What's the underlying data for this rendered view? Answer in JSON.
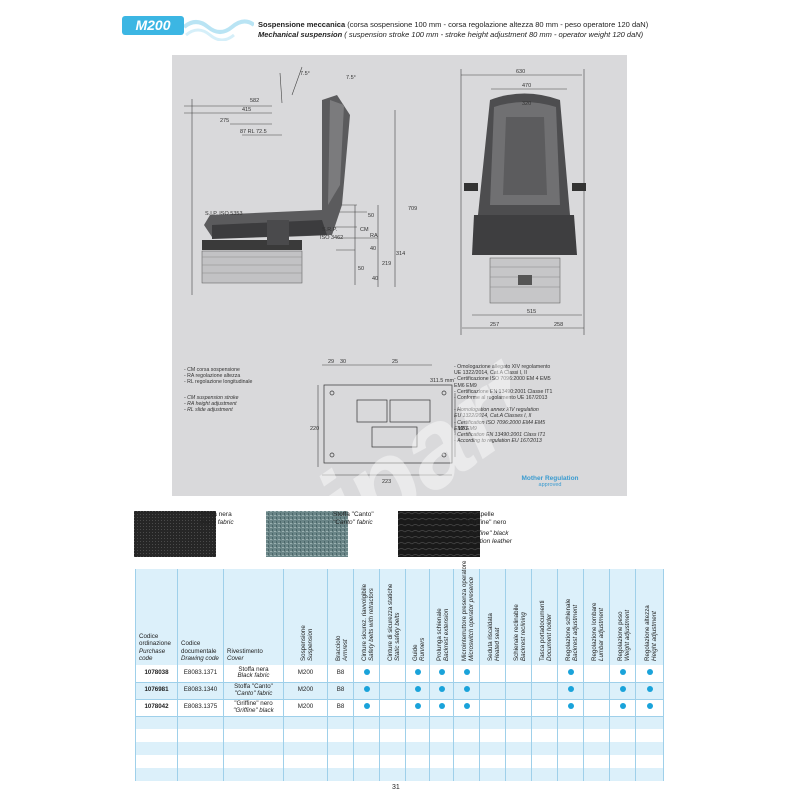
{
  "header": {
    "badge": "M200",
    "line1_bold": "Sospensione meccanica",
    "line1_rest": " (corsa sospensione 100 mm - corsa regolazione altezza 80 mm - peso operatore 120 daN)",
    "line2_bold": "Mechanical suspension",
    "line2_rest": " ( suspension stroke 100 mm - stroke height adjustment 80 mm - operator weight 120 daN)"
  },
  "drawing": {
    "side_dims": [
      "7.5°",
      "7.5°",
      "582",
      "415",
      "275",
      "87 RL 72.5",
      "S.I.P. ISO 5353",
      "S.R.P.",
      "ISO 3462",
      "50",
      "CM",
      "RA",
      "40",
      "50",
      "40",
      "219",
      "314",
      "709"
    ],
    "front_dims": [
      "630",
      "470",
      "320",
      "515",
      "257",
      "258"
    ],
    "base_dims": [
      "29",
      "30",
      "25",
      "311.5 mm",
      "220",
      "120",
      "223"
    ],
    "legend_it": [
      "- CM corsa sospensione",
      "- RA regolazione altezza",
      "- RL regolazione longitudinale"
    ],
    "legend_en": [
      "- CM suspension stroke",
      "- RA height adjustment",
      "- RL slide adjustment"
    ],
    "homologation": [
      "- Omologazione allegato XIV regolamento",
      "  UE 1322/2014, Cat.A Classi I, II",
      "- Certificazione ISO 7096:2000 EM 4 EM5",
      "  EM6 EM9",
      "- Certificazione EN 13490:2001 Classe IT1",
      "- Conforme al regolamento UE 167/2013",
      "",
      "- Homologation annex XIV regulation",
      "  EU 1322/2014, Cat.A Classes I, II",
      "- Certification ISO 7096:2000 EM4 EM5",
      "  EM6 EM9",
      "- Certification EN 13490:2001 Class IT1",
      "- According to regulation EU 167/2013"
    ],
    "mother_title": "Mother Regulation",
    "mother_sub": "approved"
  },
  "fabrics": [
    {
      "it": "Stoffa nera",
      "en": "Black fabric",
      "swatch_color": "#2a2a2a"
    },
    {
      "it": "Stoffa \"Canto\"",
      "en": "\"Canto\" fabric",
      "swatch_color": "#6d8a8c"
    },
    {
      "it": "Fintapelle",
      "it2": "\"Griffine\" nero",
      "en": "\"Griffine\" black",
      "en2": "imitation leather",
      "swatch_color": "#1c1c1c"
    }
  ],
  "table": {
    "headers": {
      "purchase": {
        "it": "Codice ordinazione",
        "en": "Purchase code"
      },
      "drawing": {
        "it": "Codice documentale",
        "en": "Drawing code"
      },
      "cover": {
        "it": "Rivestimento",
        "en": "Cover"
      },
      "suspension": {
        "it": "Sospensione",
        "en": "Suspension"
      },
      "armrest": {
        "it": "Bracciolo",
        "en": "Armrest"
      },
      "belts_retract": {
        "it": "Cinture sicurez. riavvolgibile",
        "en": "Safety belts with retractors"
      },
      "belts_static": {
        "it": "Cinture di sicurezza statiche",
        "en": "Static safety belts"
      },
      "runners": {
        "it": "Guide",
        "en": "Runners"
      },
      "backrest_ext": {
        "it": "Prolunga schienale",
        "en": "Backrest extension"
      },
      "presence": {
        "it": "Microinterruttore presenza operatore",
        "en": "Microswitch operator presence"
      },
      "heated": {
        "it": "Seduta riscaldata",
        "en": "Heated seat"
      },
      "reclining": {
        "it": "Schienale reclinabile",
        "en": "Backrest reclining"
      },
      "doc_holder": {
        "it": "Tasca portadocumenti",
        "en": "Document holder"
      },
      "back_adj": {
        "it": "Regolazione schienale",
        "en": "Backrest adjustment"
      },
      "lumbar": {
        "it": "Regolazione lombare",
        "en": "Lumbar adjustment"
      },
      "weight": {
        "it": "Regolazione peso",
        "en": "Weight adjustment"
      },
      "height": {
        "it": "Regolazione altezza",
        "en": "Height adjustment"
      }
    },
    "rows": [
      {
        "purchase": "1078038",
        "drawing": "E8083.1371",
        "cover_it": "Stoffa nera",
        "cover_en": "Black fabric",
        "suspension": "M200",
        "armrest": "B8",
        "flags": [
          true,
          false,
          true,
          true,
          true,
          false,
          false,
          false,
          true,
          false,
          true,
          true
        ]
      },
      {
        "purchase": "1076981",
        "drawing": "E8083.1340",
        "cover_it": "Stoffa \"Canto\"",
        "cover_en": "\"Canto\" fabric",
        "suspension": "M200",
        "armrest": "B8",
        "flags": [
          true,
          false,
          true,
          true,
          true,
          false,
          false,
          false,
          true,
          false,
          true,
          true
        ]
      },
      {
        "purchase": "1078042",
        "drawing": "E8083.1375",
        "cover_it": "\"Griffine\" nero",
        "cover_en": "\"Griffine\" black",
        "suspension": "M200",
        "armrest": "B8",
        "flags": [
          true,
          false,
          true,
          true,
          true,
          false,
          false,
          false,
          true,
          false,
          true,
          true
        ]
      }
    ]
  },
  "watermark": "siparts",
  "page_number": "31",
  "colors": {
    "accent": "#3cb6e3",
    "table_light": "#dcf0fa",
    "dot": "#1aa3da",
    "panel": "#d9d9db"
  }
}
